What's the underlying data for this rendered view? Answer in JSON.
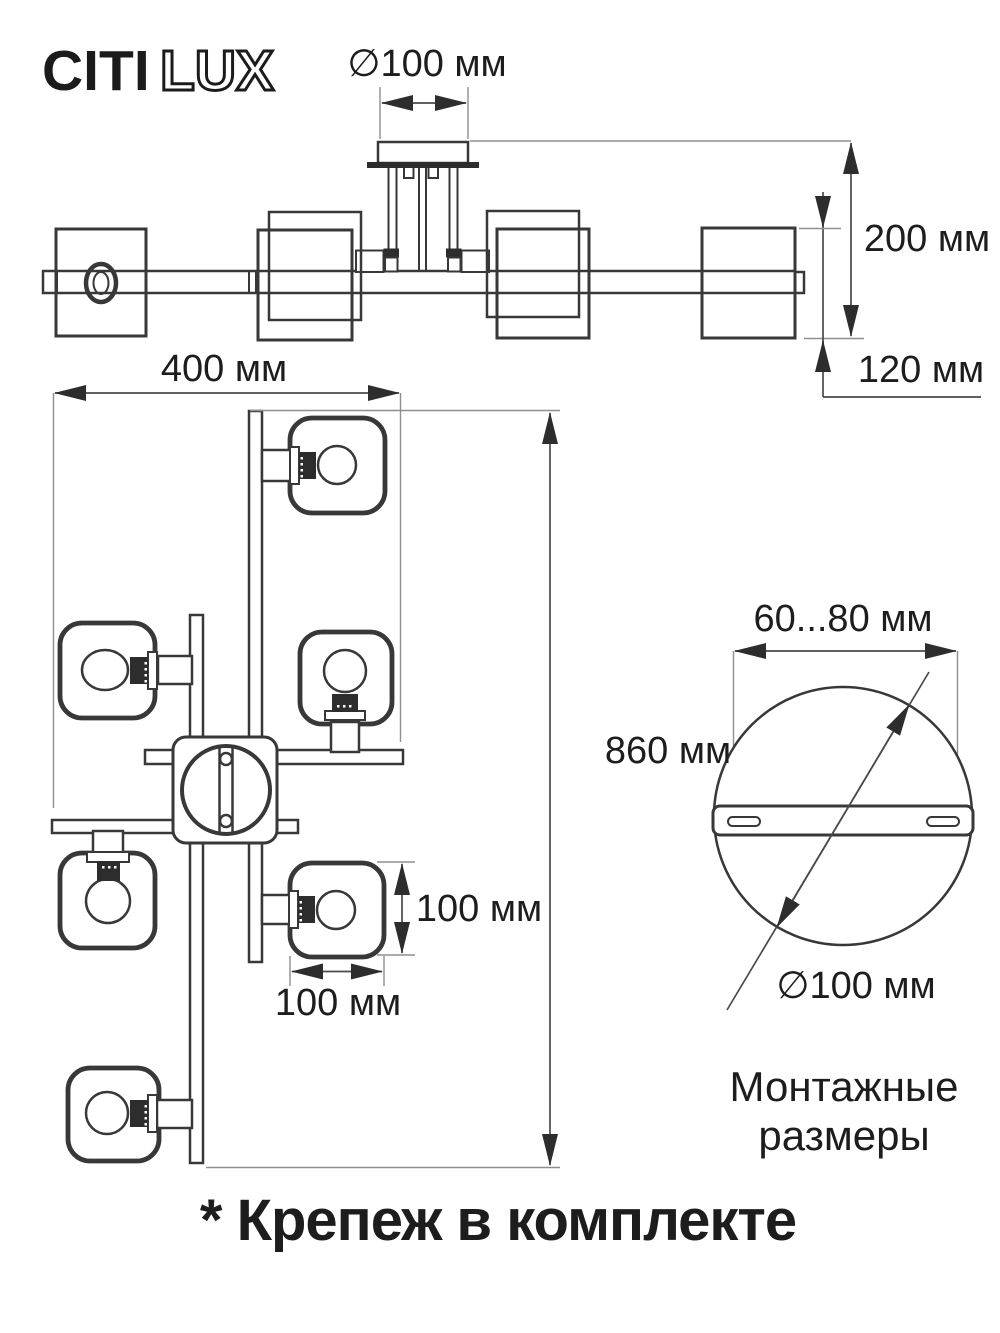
{
  "logo": {
    "text_solid": "CITI",
    "text_outline": "LUX"
  },
  "side_view": {
    "dim_canopy_diameter": "∅100 мм",
    "dim_total_height": "200 мм",
    "dim_shade_height": "120 мм"
  },
  "plan_view": {
    "dim_width": "400 мм",
    "dim_length": "860 мм",
    "dim_shade_height": "100 мм",
    "dim_shade_width": "100 мм"
  },
  "mounting_view": {
    "dim_slot_spacing": "60...80 мм",
    "dim_plate_diameter": "∅100 мм",
    "caption_line1": "Монтажные",
    "caption_line2": "размеры"
  },
  "footnote": "* Крепеж в комплекте",
  "colors": {
    "ink": "#1d1d1d",
    "line": "#383838",
    "extension_line": "#8f8f8f",
    "background": "#ffffff"
  }
}
